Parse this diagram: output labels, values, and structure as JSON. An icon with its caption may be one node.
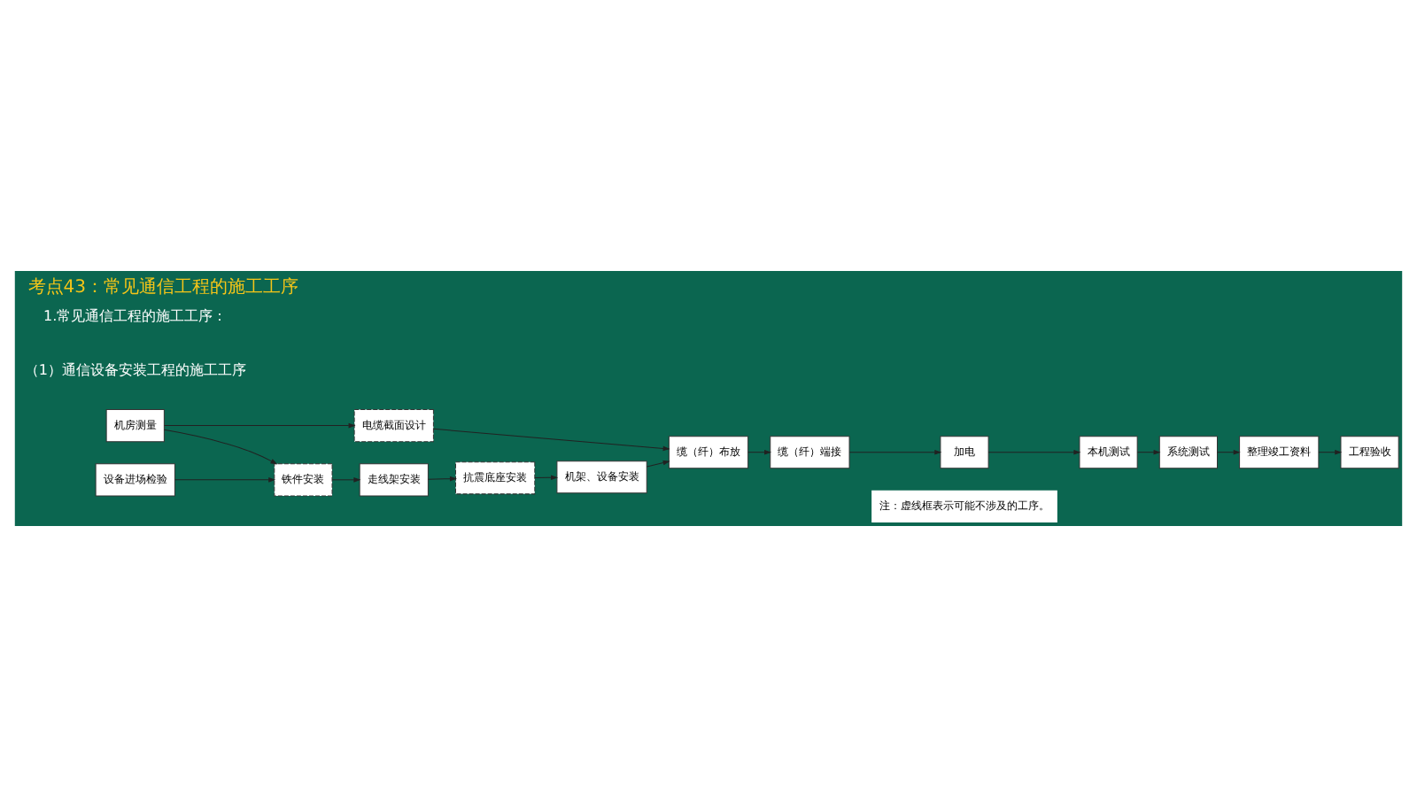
{
  "diagram": {
    "title": "考点43：常见通信工程的施工工序",
    "nodes": [
      {
        "text": [
          "机房测量"
        ]
      },
      {
        "text": [
          "设备进场检验"
        ]
      },
      {
        "text": [
          "电缆截面设计"
        ]
      },
      {
        "text": [
          "铁件安装"
        ]
      },
      {
        "text": [
          "走线架安装"
        ]
      },
      {
        "text": [
          "抗震底座安装"
        ]
      },
      {
        "text": [
          "机架、设备安装"
        ]
      },
      {
        "text": [
          "缆（纤）布放"
        ]
      },
      {
        "text": [
          "缆（纤）端接"
        ]
      },
      {
        "text": [
          "加电"
        ]
      },
      {
        "text": [
          "本机测试"
        ]
      },
      {
        "text": [
          "系统测试"
        ]
      },
      {
        "text": [
          "整理竣工资料"
        ]
      },
      {
        "text": [
          "工程验收"
        ]
      }
    ],
    "edges": [
      {
        "from": 0,
        "to": 2,
        "arrow": "to"
      },
      {
        "from": 2,
        "to": 7,
        "arrow": "to"
      },
      {
        "from": 0,
        "to": 3,
        "arrow": "to"
      },
      {
        "from": 1,
        "to": 3,
        "arrow": "to"
      },
      {
        "from": 3,
        "to": 4,
        "arrow": "to"
      },
      {
        "from": 4,
        "to": 5,
        "arrow": "to"
      },
      {
        "from": 5,
        "to": 6,
        "arrow": "to"
      },
      {
        "from": 6,
        "to": 7,
        "arrow": "to"
      },
      {
        "from": 7,
        "to": 8,
        "arrow": "to"
      },
      {
        "from": 8,
        "to": 9,
        "arrow": "to"
      },
      {
        "from": 9,
        "to": 10,
        "arrow": "to"
      },
      {
        "from": 10,
        "to": 11,
        "arrow": "to"
      },
      {
        "from": 11,
        "to": 12,
        "arrow": "to"
      },
      {
        "from": 12,
        "to": 13,
        "arrow": "to"
      }
    ],
    "labels": [
      "1.常见通信工程的施工工序：",
      "（1）通信设备安装工程的施工工序",
      "注：虚线框表示可能不涉及的工序。"
    ]
  }
}
